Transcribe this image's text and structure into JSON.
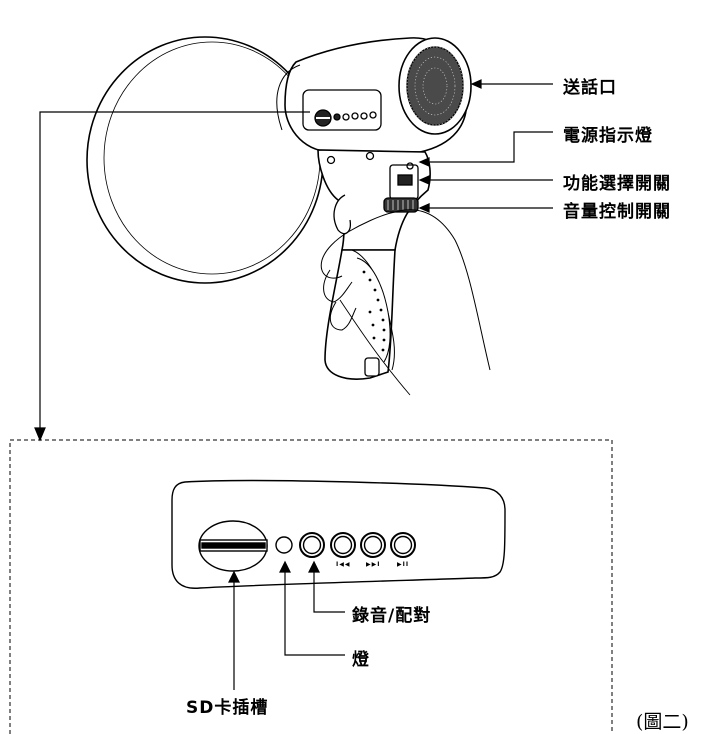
{
  "callouts": {
    "mouthpiece": "送話口",
    "power_indicator": "電源指示燈",
    "function_switch": "功能選擇開關",
    "volume_switch": "音量控制開關"
  },
  "panel_callouts": {
    "record_pair": "錄音/配對",
    "light": "燈",
    "sd_slot": "SD卡插槽"
  },
  "button_symbols": [
    "I◀◀",
    "▶▶I",
    "▶II"
  ],
  "figure_caption": "(圖二)"
}
